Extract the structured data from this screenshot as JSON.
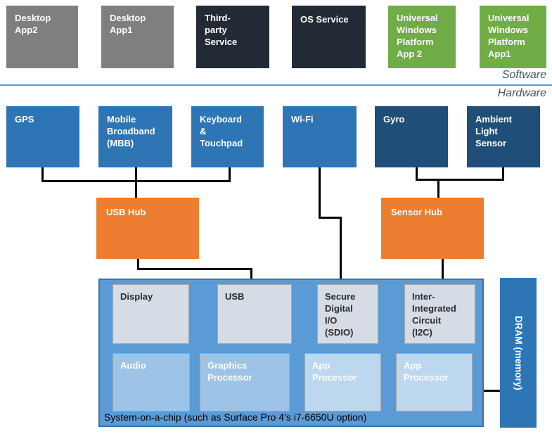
{
  "software_section": {
    "label": "Software",
    "boxes": [
      {
        "label": "Desktop\nApp2"
      },
      {
        "label": "Desktop\nApp1"
      },
      {
        "label": "Third-\nparty\nService"
      },
      {
        "label": "OS Service"
      },
      {
        "label": "Universal\nWindows\nPlatform\nApp 2"
      },
      {
        "label": "Universal\nWindows\nPlatform\nApp1"
      }
    ]
  },
  "hardware_section": {
    "label": "Hardware",
    "peripherals": [
      {
        "label": "GPS"
      },
      {
        "label": "Mobile\nBroadband\n(MBB)"
      },
      {
        "label": "Keyboard\n&\nTouchpad"
      },
      {
        "label": "Wi-Fi"
      },
      {
        "label": "Gyro"
      },
      {
        "label": "Ambient\nLight\nSensor"
      }
    ],
    "hubs": [
      {
        "label": "USB Hub"
      },
      {
        "label": "Sensor Hub"
      }
    ],
    "soc": {
      "caption": "System-on-a-chip (such as Surface Pro 4’s i7-6650U option)",
      "ports": [
        {
          "label": "Display"
        },
        {
          "label": "USB"
        },
        {
          "label": "Secure\nDigital\nI/O\n(SDIO)"
        },
        {
          "label": "Inter-\nIntegrated\nCircuit\n(I2C)"
        }
      ],
      "processors": [
        {
          "label": "Audio"
        },
        {
          "label": "Graphics\nProcessor"
        },
        {
          "label": "App\nProcessor"
        },
        {
          "label": "App\nProcessor"
        }
      ]
    },
    "dram": {
      "label": "DRAM (memory)"
    }
  },
  "colors": {
    "desktop_app_gray": "#7f7f7f",
    "service_dark_navy": "#222a35",
    "uwp_green": "#70ad47",
    "peripheral_blue": "#2e75b6",
    "sensor_dark_blue": "#1f4e79",
    "hub_orange": "#ed7d31",
    "soc_fill": "#5b9bd5",
    "soc_border": "#41719c",
    "port_gray": "#d6dce5",
    "processor_blue": "#9dc3e6",
    "processor_light_blue": "#bdd7ee",
    "dram_blue": "#2e75b6",
    "divider_blue": "#5b9bd5",
    "connector_black": "#000000",
    "layer_label_color": "#44546a"
  }
}
